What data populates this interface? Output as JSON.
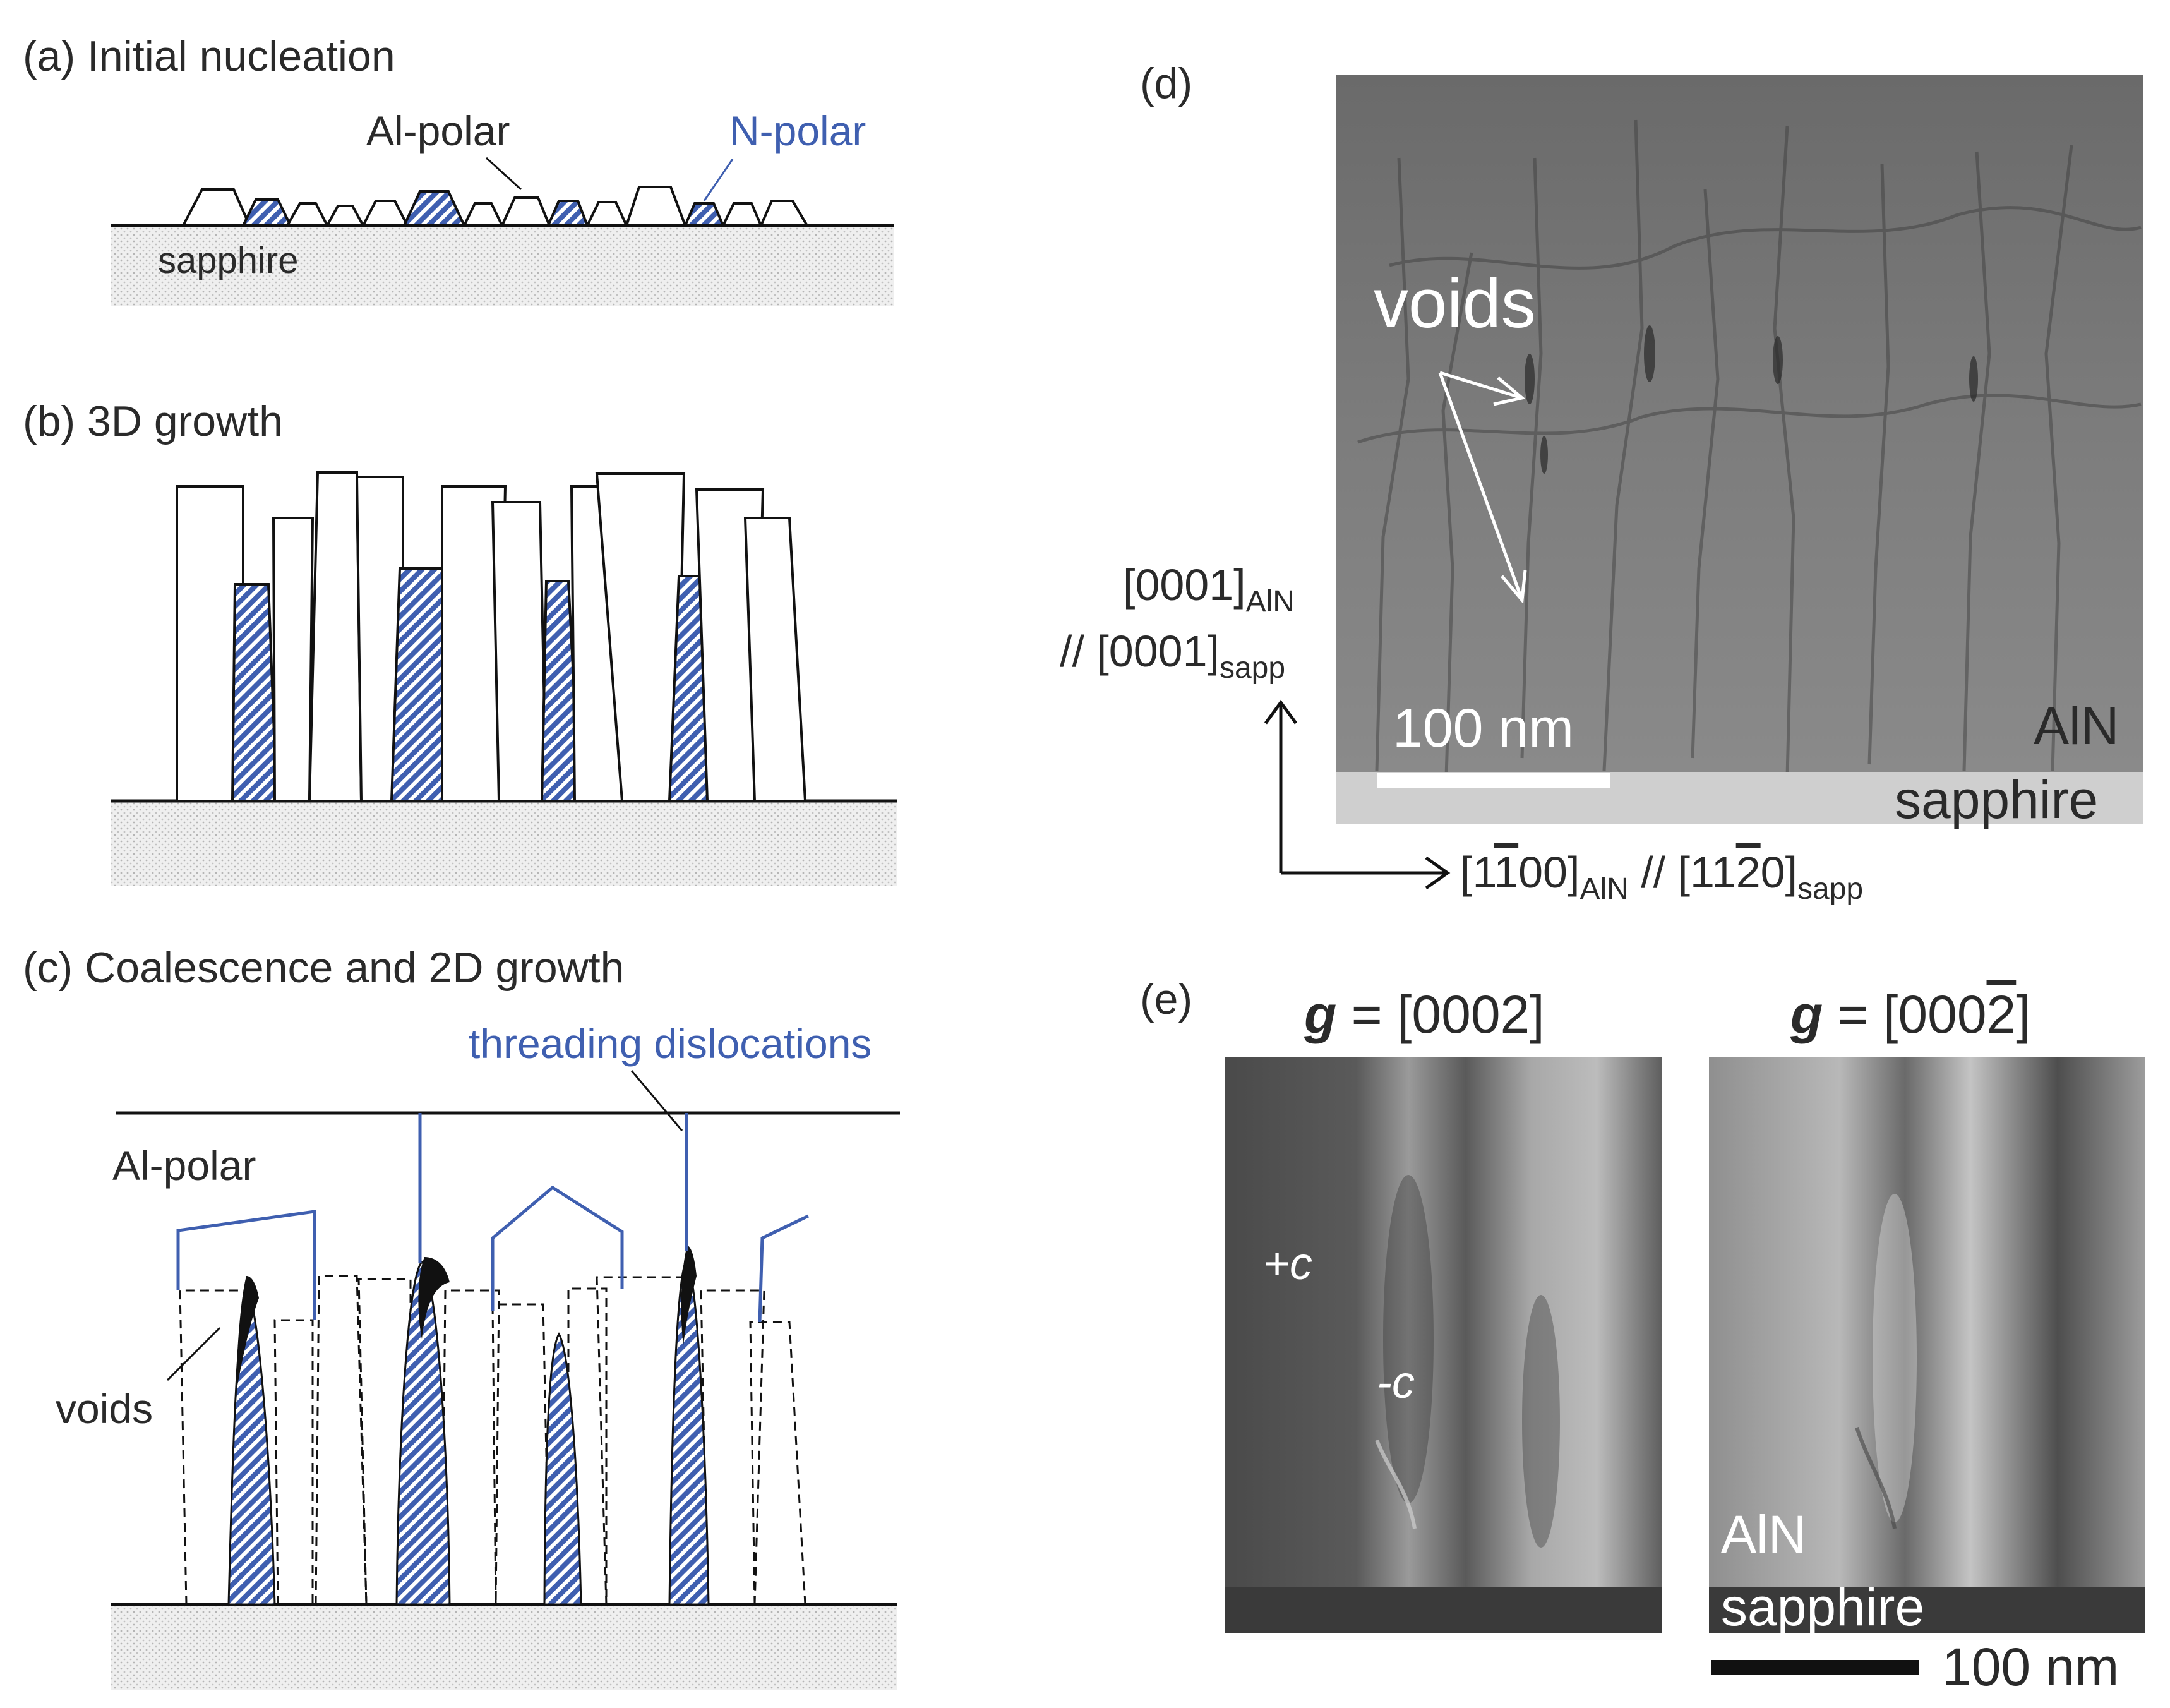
{
  "colors": {
    "blue": "#3f5fb0",
    "outline": "#111111",
    "sapphire": "#dddddd",
    "tem_dark": "#555555",
    "scale_bar_d": "#ffffff",
    "scale_bar_e": "#111111"
  },
  "panel_a": {
    "label": "(a) Initial nucleation",
    "al_polar": "Al-polar",
    "n_polar": "N-polar",
    "sapphire": "sapphire"
  },
  "panel_b": {
    "label": "(b) 3D growth"
  },
  "panel_c": {
    "label": "(c) Coalescence and 2D growth",
    "threading": "threading dislocations",
    "al_polar": "Al-polar",
    "voids": "voids"
  },
  "panel_d": {
    "label": "(d)",
    "voids": "voids",
    "scale": "100 nm",
    "aln": "AlN",
    "sapphire": "sapphire",
    "axis_v_main": "[0001]",
    "axis_v_sub": "AlN",
    "axis_v2_main": "// [0001]",
    "axis_v2_sub": "sapp",
    "axis_h1": "[1",
    "axis_h1_bar": "1",
    "axis_h1_end": "00]",
    "axis_h1_sub": "AlN",
    "axis_h2": " // [11",
    "axis_h2_bar": "2",
    "axis_h2_end": "0]",
    "axis_h2_sub": "sapp"
  },
  "panel_e": {
    "label": "(e)",
    "g": "g",
    "g1": " = [0002]",
    "g2a": " = [000",
    "g2bar": "2",
    "g2b": "]",
    "plus_c": "+c",
    "minus_c": "-c",
    "aln": "AlN",
    "sapphire": "sapphire",
    "scale": "100 nm"
  }
}
